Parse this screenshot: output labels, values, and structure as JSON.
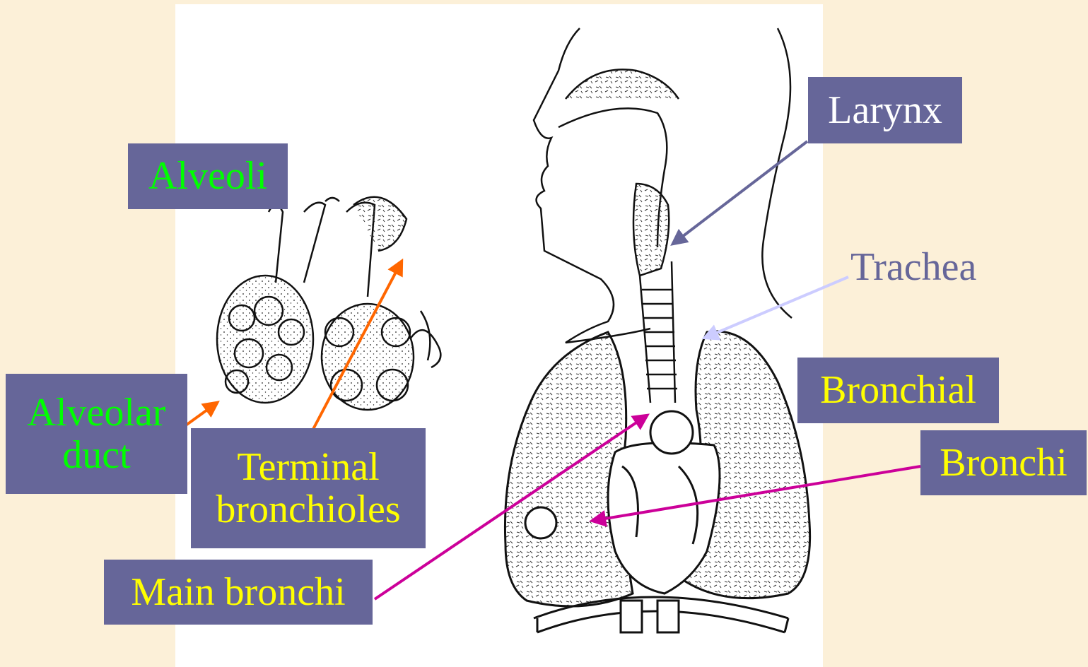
{
  "labels": {
    "alveoli": "Alveoli",
    "alveolar_duct_line1": "Alveolar",
    "alveolar_duct_line2": "duct",
    "terminal_line1": "Terminal",
    "terminal_line2": "bronchioles",
    "main_bronchi": "Main bronchi",
    "larynx": "Larynx",
    "trachea": "Trachea",
    "bronchial": "Bronchial",
    "bronchi": "Bronchi"
  },
  "colors": {
    "background": "#fcf0d8",
    "label_box": "#666699",
    "text_green": "#00ff00",
    "text_yellow": "#ffff00",
    "text_white": "#ffffff",
    "text_slate": "#666699",
    "arrow_orange": "#ff6600",
    "arrow_magenta": "#cc0099",
    "arrow_slate": "#666699",
    "arrow_lavender": "#ccccff"
  }
}
